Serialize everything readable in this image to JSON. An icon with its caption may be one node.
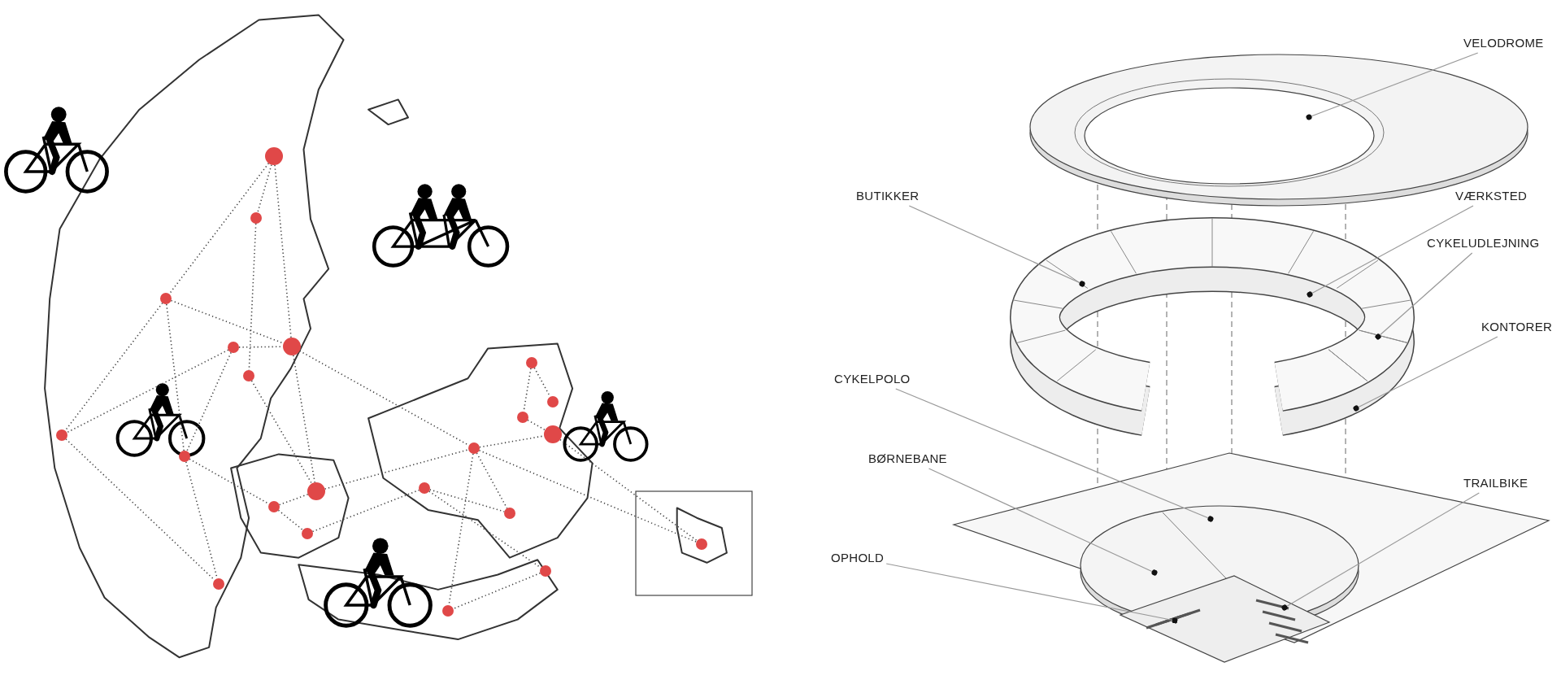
{
  "diagram": {
    "nodes": [
      {
        "text": [],
        "shape": "circle"
      },
      {
        "text": [],
        "shape": "circle"
      },
      {
        "text": [],
        "shape": "circle"
      },
      {
        "text": [],
        "shape": "circle"
      },
      {
        "text": [],
        "shape": "circle"
      },
      {
        "text": [],
        "shape": "circle"
      },
      {
        "text": [],
        "shape": "circle"
      },
      {
        "text": [],
        "shape": "circle"
      },
      {
        "text": [],
        "shape": "circle"
      },
      {
        "text": [],
        "shape": "circle"
      },
      {
        "text": [],
        "shape": "circle"
      },
      {
        "text": [],
        "shape": "circle"
      },
      {
        "text": [],
        "shape": "circle"
      },
      {
        "text": [],
        "shape": "circle"
      },
      {
        "text": [],
        "shape": "circle"
      },
      {
        "text": [],
        "shape": "circle"
      },
      {
        "text": [],
        "shape": "circle"
      },
      {
        "text": [],
        "shape": "circle"
      },
      {
        "text": [],
        "shape": "circle"
      },
      {
        "text": [],
        "shape": "circle"
      },
      {
        "text": [],
        "shape": "circle"
      },
      {
        "text": [],
        "shape": "circle"
      },
      {
        "text": [
          "VELODROME"
        ]
      },
      {
        "text": [
          "BUTIKKER"
        ]
      },
      {
        "text": [
          "VÆRKSTED"
        ]
      },
      {
        "text": [
          "CYKELUDLEJNING"
        ]
      },
      {
        "text": [
          "KONTORER"
        ]
      },
      {
        "text": [
          "CYKELPOLO"
        ]
      },
      {
        "text": [
          "BØRNEBANE"
        ]
      },
      {
        "text": [
          "TRAILBIKE"
        ]
      },
      {
        "text": [
          "OPHOLD"
        ]
      }
    ],
    "edges": [
      {
        "from": 0,
        "to": 2,
        "arrow": "none",
        "style": "dashed"
      },
      {
        "from": 0,
        "to": 1,
        "arrow": "none",
        "style": "dashed"
      },
      {
        "from": 0,
        "to": 3,
        "arrow": "none",
        "style": "dashed"
      },
      {
        "from": 1,
        "to": 5,
        "arrow": "none",
        "style": "dashed"
      },
      {
        "from": 2,
        "to": 3,
        "arrow": "none",
        "style": "dashed"
      },
      {
        "from": 2,
        "to": 6,
        "arrow": "none",
        "style": "dashed"
      },
      {
        "from": 2,
        "to": 7,
        "arrow": "none",
        "style": "dashed"
      },
      {
        "from": 4,
        "to": 3,
        "arrow": "none",
        "style": "dashed"
      },
      {
        "from": 4,
        "to": 6,
        "arrow": "none",
        "style": "dashed"
      },
      {
        "from": 4,
        "to": 7,
        "arrow": "none",
        "style": "dashed"
      },
      {
        "from": 5,
        "to": 8,
        "arrow": "none",
        "style": "dashed"
      },
      {
        "from": 3,
        "to": 8,
        "arrow": "none",
        "style": "dashed"
      },
      {
        "from": 3,
        "to": 16,
        "arrow": "none",
        "style": "dashed"
      },
      {
        "from": 6,
        "to": 11,
        "arrow": "none",
        "style": "dashed"
      },
      {
        "from": 7,
        "to": 11,
        "arrow": "none",
        "style": "dashed"
      },
      {
        "from": 7,
        "to": 9,
        "arrow": "none",
        "style": "dashed"
      },
      {
        "from": 9,
        "to": 8,
        "arrow": "none",
        "style": "dashed"
      },
      {
        "from": 9,
        "to": 10,
        "arrow": "none",
        "style": "dashed"
      },
      {
        "from": 10,
        "to": 17,
        "arrow": "none",
        "style": "dashed"
      },
      {
        "from": 8,
        "to": 16,
        "arrow": "none",
        "style": "dashed"
      },
      {
        "from": 16,
        "to": 15,
        "arrow": "none",
        "style": "dashed"
      },
      {
        "from": 16,
        "to": 18,
        "arrow": "none",
        "style": "dashed"
      },
      {
        "from": 16,
        "to": 20,
        "arrow": "none",
        "style": "dashed"
      },
      {
        "from": 16,
        "to": 21,
        "arrow": "none",
        "style": "dashed"
      },
      {
        "from": 15,
        "to": 21,
        "arrow": "none",
        "style": "dashed"
      },
      {
        "from": 12,
        "to": 13,
        "arrow": "none",
        "style": "dashed"
      },
      {
        "from": 12,
        "to": 14,
        "arrow": "none",
        "style": "dashed"
      },
      {
        "from": 14,
        "to": 15,
        "arrow": "none",
        "style": "dashed"
      },
      {
        "from": 17,
        "to": 18,
        "arrow": "none",
        "style": "dashed"
      },
      {
        "from": 17,
        "to": 19,
        "arrow": "none",
        "style": "dashed"
      },
      {
        "from": 19,
        "to": 20,
        "arrow": "none",
        "style": "dashed"
      },
      {
        "from": 22,
        "to": null,
        "arrow": "other"
      },
      {
        "from": 23,
        "to": null,
        "arrow": "other"
      },
      {
        "from": 24,
        "to": null,
        "arrow": "other"
      },
      {
        "from": 25,
        "to": null,
        "arrow": "other"
      },
      {
        "from": 26,
        "to": null,
        "arrow": "other"
      },
      {
        "from": 27,
        "to": null,
        "arrow": "other"
      },
      {
        "from": 28,
        "to": null,
        "arrow": "other"
      },
      {
        "from": 29,
        "to": null,
        "arrow": "other"
      },
      {
        "from": 30,
        "to": null,
        "arrow": "other"
      }
    ]
  }
}
